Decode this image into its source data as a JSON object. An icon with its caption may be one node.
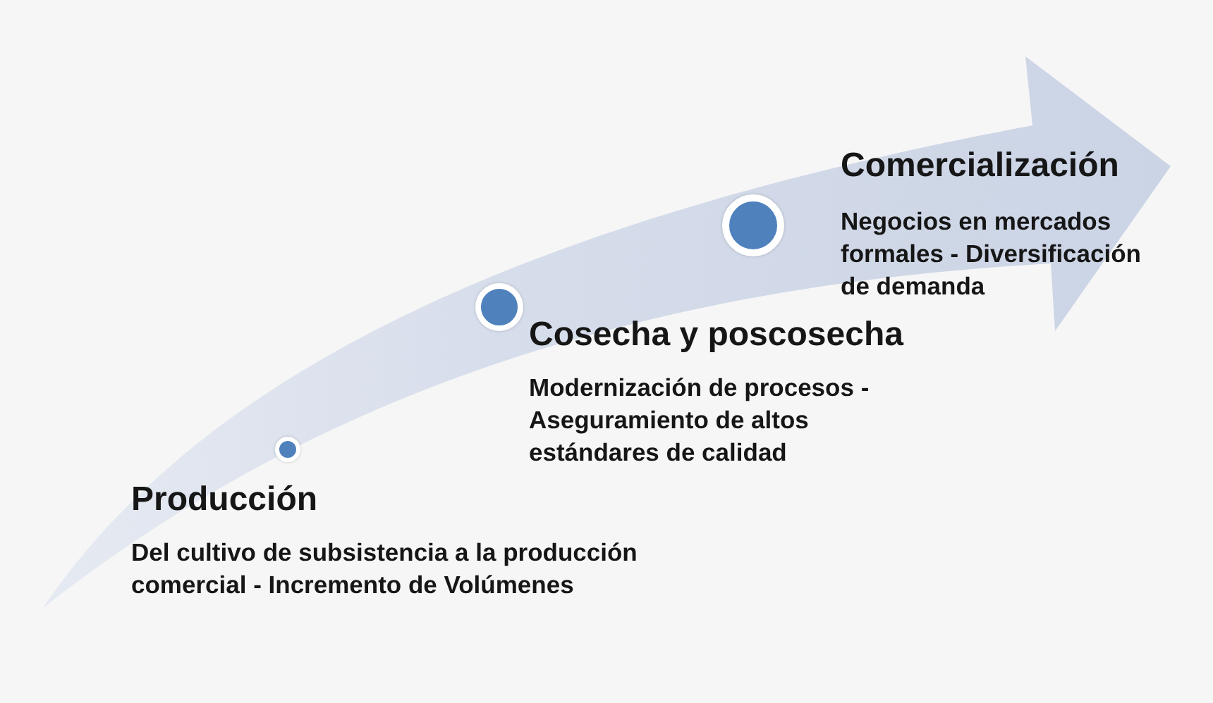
{
  "diagram": {
    "nodes": [
      {
        "text": [],
        "shape": "circle",
        "beside": [
          "Producción",
          "Del cultivo de subsistencia a la producción comercial - Incremento de Volúmenes"
        ]
      },
      {
        "text": [],
        "shape": "circle",
        "beside": [
          "Cosecha y poscosecha",
          "Modernización de procesos - Aseguramiento de altos estándares de calidad"
        ]
      },
      {
        "text": [],
        "shape": "circle",
        "beside": [
          "Comercialización",
          "Negocios en mercados formales - Diversificación de demanda"
        ]
      }
    ]
  }
}
